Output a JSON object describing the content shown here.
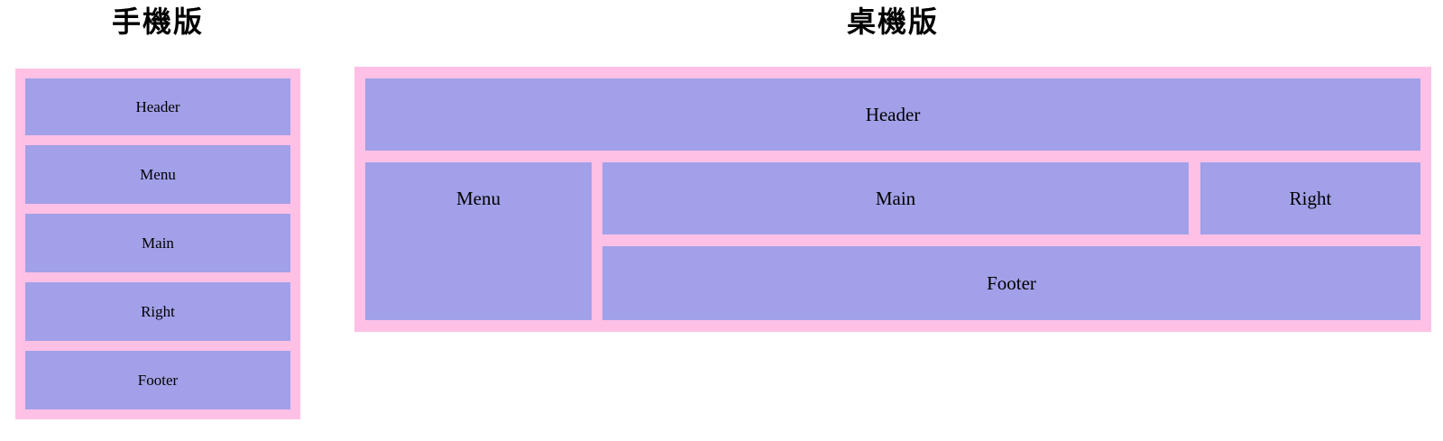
{
  "mobile": {
    "title": "手機版",
    "boxes": [
      {
        "id": "header",
        "label": "Header"
      },
      {
        "id": "menu",
        "label": "Menu"
      },
      {
        "id": "main",
        "label": "Main"
      },
      {
        "id": "right",
        "label": "Right"
      },
      {
        "id": "footer",
        "label": "Footer"
      }
    ]
  },
  "desktop": {
    "title": "桌機版",
    "boxes": [
      {
        "id": "header",
        "label": "Header"
      },
      {
        "id": "menu",
        "label": "Menu"
      },
      {
        "id": "main",
        "label": "Main"
      },
      {
        "id": "right",
        "label": "Right"
      },
      {
        "id": "footer",
        "label": "Footer"
      }
    ]
  },
  "colors": {
    "container_pink": "#ffc0e6",
    "box_purple": "#a2a0e8",
    "page_background": "#ffffff",
    "text": "#000000"
  }
}
